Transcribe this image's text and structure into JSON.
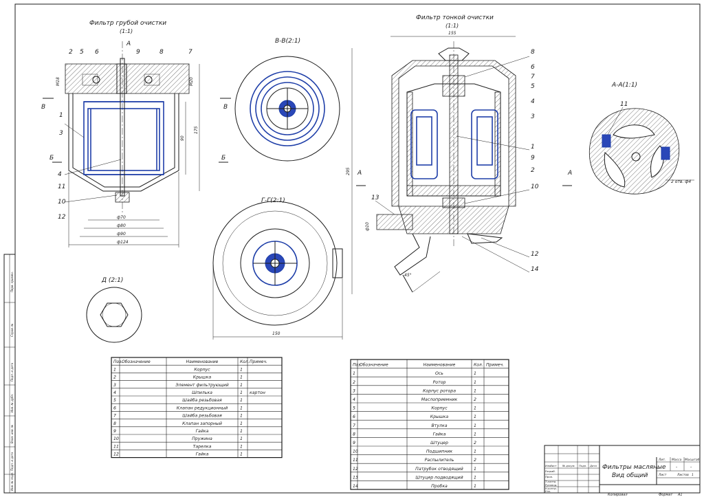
{
  "coarse_filter": {
    "title": "Фильтр грубой очистки",
    "scale": "(1:1)"
  },
  "fine_filter": {
    "title": "Фильтр тонкой очистки",
    "scale": "(1:1)"
  },
  "section_bb": "В-В(2:1)",
  "section_gg": "Г-Г(2:1)",
  "section_aa": "А-А(1:1)",
  "view_d": "Д (2:1)",
  "cut_labels": {
    "a": "А",
    "b": "Б",
    "v": "В"
  },
  "coarse_callouts": [
    "2",
    "5",
    "6",
    "9",
    "8",
    "7",
    "1",
    "3",
    "4",
    "11",
    "10",
    "12"
  ],
  "fine_callouts": [
    "8",
    "6",
    "7",
    "5",
    "4",
    "3",
    "1",
    "9",
    "2",
    "10",
    "12",
    "14",
    "13"
  ],
  "aa_callout": "11",
  "dims_coarse": {
    "d70": "ф70",
    "d80": "ф80",
    "d90": "ф90",
    "d124": "ф124",
    "h90": "90",
    "h175": "175",
    "m18": "М18",
    "m20": "М20"
  },
  "dims_fine": {
    "w155": "155",
    "h295": "295",
    "d10": "ф10",
    "ang": "45°",
    "holes": "2 отв. ф4"
  },
  "dims_gg": {
    "w150": "150"
  },
  "left_table": {
    "headers": [
      "Поз.",
      "Обозначение",
      "Наименование",
      "Кол.",
      "Примеч."
    ],
    "rows": [
      [
        "1",
        "",
        "Корпус",
        "1",
        ""
      ],
      [
        "2",
        "",
        "Крышка",
        "1",
        ""
      ],
      [
        "3",
        "",
        "Элемент фильтрующий",
        "1",
        ""
      ],
      [
        "4",
        "",
        "Шпилька",
        "1",
        "картон"
      ],
      [
        "5",
        "",
        "Шайба резьбовая",
        "1",
        ""
      ],
      [
        "6",
        "",
        "Клапан редукционный",
        "1",
        ""
      ],
      [
        "7",
        "",
        "Шайба резьбовая",
        "1",
        ""
      ],
      [
        "8",
        "",
        "Клапан запорный",
        "1",
        ""
      ],
      [
        "9",
        "",
        "Гайка",
        "1",
        ""
      ],
      [
        "10",
        "",
        "Пружина",
        "1",
        ""
      ],
      [
        "11",
        "",
        "Тарелка",
        "1",
        ""
      ],
      [
        "12",
        "",
        "Гайка",
        "1",
        ""
      ]
    ]
  },
  "right_table": {
    "headers": [
      "Поз.",
      "Обозначение",
      "Наименование",
      "Кол.",
      "Примеч."
    ],
    "rows": [
      [
        "1",
        "",
        "Ось",
        "1",
        ""
      ],
      [
        "2",
        "",
        "Ротор",
        "1",
        ""
      ],
      [
        "3",
        "",
        "Корпус ротора",
        "1",
        ""
      ],
      [
        "4",
        "",
        "Маслоприемник",
        "2",
        ""
      ],
      [
        "5",
        "",
        "Корпус",
        "1",
        ""
      ],
      [
        "6",
        "",
        "Крышка",
        "1",
        ""
      ],
      [
        "7",
        "",
        "Втулка",
        "1",
        ""
      ],
      [
        "8",
        "",
        "Гайка",
        "1",
        ""
      ],
      [
        "9",
        "",
        "Штуцер",
        "2",
        ""
      ],
      [
        "10",
        "",
        "Подшипник",
        "1",
        ""
      ],
      [
        "11",
        "",
        "Распылитель",
        "2",
        ""
      ],
      [
        "12",
        "",
        "Патрубок отводящий",
        "1",
        ""
      ],
      [
        "13",
        "",
        "Штуцер подводящий",
        "1",
        ""
      ],
      [
        "14",
        "",
        "Пробка",
        "1",
        ""
      ]
    ]
  },
  "title_block": {
    "name_line1": "Фильтры масляные",
    "name_line2": "Вид общий",
    "lit": "Лит.",
    "mass": "Масса",
    "scale": "Масштаб",
    "sheet": "Лист",
    "sheets": "Листов",
    "sheets_n": "1",
    "dash1": "-",
    "dash2": "-",
    "roles": [
      "Изм.",
      "Лист",
      "№ докум.",
      "Подп.",
      "Дата"
    ],
    "people": [
      "Разраб.",
      "Пров.",
      "Т.контр.",
      "Руковод.",
      "Н.контр.",
      "Утв."
    ],
    "copied": "Копировал",
    "format": "Формат",
    "format_val": "А1"
  },
  "side_strip": [
    "Перв. примен.",
    "Справ. №",
    "Подп. и дата",
    "Инв. № дубл.",
    "Взам. инв. №",
    "Подп. и дата",
    "Инв. № подл."
  ]
}
